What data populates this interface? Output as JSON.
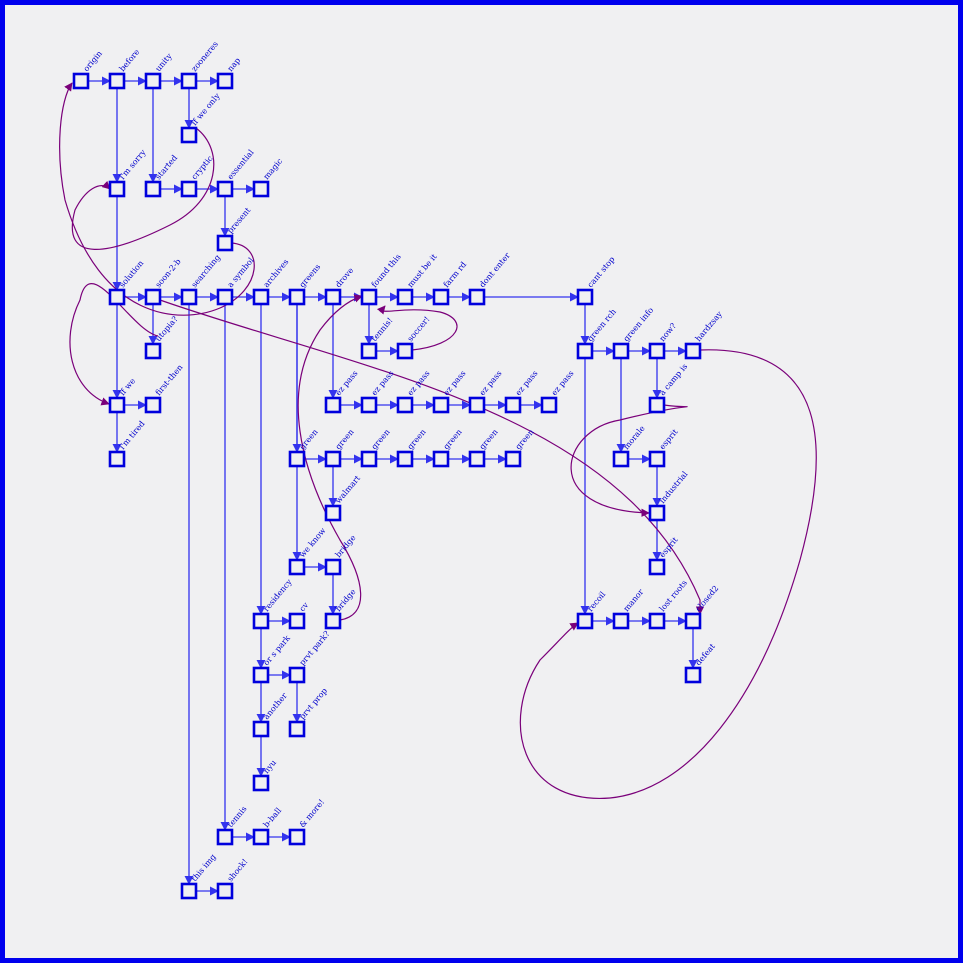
{
  "colors": {
    "frame": "#0000ee",
    "background": "#f0f0f2",
    "node_stroke": "#0000dd",
    "node_fill": "#f0f0f2",
    "label": "#0000cc",
    "edge": "#3333ee",
    "cross_edge": "#7a007a"
  },
  "nodes": [
    {
      "id": "n_origin",
      "label": "origin"
    },
    {
      "id": "n_before",
      "label": "before"
    },
    {
      "id": "n_unity",
      "label": "unity"
    },
    {
      "id": "n_zoo",
      "label": "zooneres"
    },
    {
      "id": "n_nap",
      "label": "nap"
    },
    {
      "id": "n_ifweonly",
      "label": "if we only"
    },
    {
      "id": "n_imsorry",
      "label": "i'm sorry"
    },
    {
      "id": "n_started",
      "label": "started"
    },
    {
      "id": "n_cryptic",
      "label": "cryptic"
    },
    {
      "id": "n_essential",
      "label": "essential"
    },
    {
      "id": "n_magic",
      "label": "magic"
    },
    {
      "id": "n_present",
      "label": "present"
    },
    {
      "id": "n_solution",
      "label": "solution"
    },
    {
      "id": "n_soon",
      "label": "soon-2-b"
    },
    {
      "id": "n_searching",
      "label": "searching"
    },
    {
      "id": "n_asymbol",
      "label": "a symbol"
    },
    {
      "id": "n_archives",
      "label": "archives"
    },
    {
      "id": "n_greens",
      "label": "greens"
    },
    {
      "id": "n_drove",
      "label": "drove"
    },
    {
      "id": "n_foundthis",
      "label": "found this"
    },
    {
      "id": "n_mustbeit",
      "label": "must be it"
    },
    {
      "id": "n_farmrd",
      "label": "farm rd"
    },
    {
      "id": "n_dontenter",
      "label": "dont enter"
    },
    {
      "id": "n_cantstop",
      "label": "cant stop"
    },
    {
      "id": "n_utopia",
      "label": "utopia?"
    },
    {
      "id": "n_tennis1",
      "label": "tennis!"
    },
    {
      "id": "n_soccer",
      "label": "soccer!"
    },
    {
      "id": "n_greenrch",
      "label": "green rch"
    },
    {
      "id": "n_greeninfo",
      "label": "green info"
    },
    {
      "id": "n_now",
      "label": "now?"
    },
    {
      "id": "n_hardzsay",
      "label": "hardzsay"
    },
    {
      "id": "n_ifwe",
      "label": "if we"
    },
    {
      "id": "n_firstthen",
      "label": "first-then"
    },
    {
      "id": "n_ezpass1",
      "label": "ez pass"
    },
    {
      "id": "n_ezpass2",
      "label": "ez pass"
    },
    {
      "id": "n_ezpass3",
      "label": "ez pass"
    },
    {
      "id": "n_ezpass4",
      "label": "ez pass"
    },
    {
      "id": "n_ezpass5",
      "label": "ez pass"
    },
    {
      "id": "n_ezpass6",
      "label": "ez pass"
    },
    {
      "id": "n_ezpass7",
      "label": "ez pass"
    },
    {
      "id": "n_acampis",
      "label": "a camp is"
    },
    {
      "id": "n_imtired",
      "label": "i'm tired"
    },
    {
      "id": "n_green1",
      "label": "green"
    },
    {
      "id": "n_green2",
      "label": "green"
    },
    {
      "id": "n_green3",
      "label": "green"
    },
    {
      "id": "n_green4",
      "label": "green"
    },
    {
      "id": "n_green5",
      "label": "green"
    },
    {
      "id": "n_green6",
      "label": "green"
    },
    {
      "id": "n_green7",
      "label": "green"
    },
    {
      "id": "n_morale",
      "label": "morale"
    },
    {
      "id": "n_esprit1",
      "label": "esprit"
    },
    {
      "id": "n_walmart",
      "label": "walmart"
    },
    {
      "id": "n_industrial",
      "label": "industrial"
    },
    {
      "id": "n_weknow",
      "label": "we know"
    },
    {
      "id": "n_bridge1",
      "label": "bridge"
    },
    {
      "id": "n_esprit2",
      "label": "esprit"
    },
    {
      "id": "n_residency",
      "label": "residency"
    },
    {
      "id": "n_cv",
      "label": "cv"
    },
    {
      "id": "n_bridge2",
      "label": "bridge"
    },
    {
      "id": "n_recoil",
      "label": "recoil"
    },
    {
      "id": "n_manor",
      "label": "manor"
    },
    {
      "id": "n_lostroots",
      "label": "lost roots"
    },
    {
      "id": "n_closed2",
      "label": "closed2"
    },
    {
      "id": "n_orspark",
      "label": "or s park"
    },
    {
      "id": "n_prvtpark",
      "label": "prvt park?"
    },
    {
      "id": "n_defeat",
      "label": "defeat"
    },
    {
      "id": "n_another",
      "label": "another"
    },
    {
      "id": "n_prvtprop",
      "label": "prvt prop"
    },
    {
      "id": "n_nyu",
      "label": "nyu"
    },
    {
      "id": "n_tennis2",
      "label": "tennis"
    },
    {
      "id": "n_bball",
      "label": "b-ball"
    },
    {
      "id": "n_more",
      "label": "& more!"
    },
    {
      "id": "n_thisimg",
      "label": "this img"
    },
    {
      "id": "n_shock",
      "label": "shock!"
    }
  ],
  "edges": [
    [
      "n_origin",
      "n_before"
    ],
    [
      "n_before",
      "n_unity"
    ],
    [
      "n_unity",
      "n_zoo"
    ],
    [
      "n_zoo",
      "n_nap"
    ],
    [
      "n_zoo",
      "n_ifweonly"
    ],
    [
      "n_before",
      "n_imsorry"
    ],
    [
      "n_unity",
      "n_started"
    ],
    [
      "n_started",
      "n_cryptic"
    ],
    [
      "n_cryptic",
      "n_essential"
    ],
    [
      "n_essential",
      "n_magic"
    ],
    [
      "n_essential",
      "n_present"
    ],
    [
      "n_imsorry",
      "n_solution"
    ],
    [
      "n_solution",
      "n_soon"
    ],
    [
      "n_soon",
      "n_searching"
    ],
    [
      "n_searching",
      "n_asymbol"
    ],
    [
      "n_asymbol",
      "n_archives"
    ],
    [
      "n_archives",
      "n_greens"
    ],
    [
      "n_greens",
      "n_drove"
    ],
    [
      "n_drove",
      "n_foundthis"
    ],
    [
      "n_foundthis",
      "n_mustbeit"
    ],
    [
      "n_mustbeit",
      "n_farmrd"
    ],
    [
      "n_farmrd",
      "n_dontenter"
    ],
    [
      "n_dontenter",
      "n_cantstop"
    ],
    [
      "n_soon",
      "n_utopia"
    ],
    [
      "n_foundthis",
      "n_tennis1"
    ],
    [
      "n_tennis1",
      "n_soccer"
    ],
    [
      "n_cantstop",
      "n_greenrch"
    ],
    [
      "n_greenrch",
      "n_greeninfo"
    ],
    [
      "n_greeninfo",
      "n_now"
    ],
    [
      "n_now",
      "n_hardzsay"
    ],
    [
      "n_solution",
      "n_ifwe"
    ],
    [
      "n_ifwe",
      "n_firstthen"
    ],
    [
      "n_ifwe",
      "n_imtired"
    ],
    [
      "n_drove",
      "n_ezpass1"
    ],
    [
      "n_ezpass1",
      "n_ezpass2"
    ],
    [
      "n_ezpass2",
      "n_ezpass3"
    ],
    [
      "n_ezpass3",
      "n_ezpass4"
    ],
    [
      "n_ezpass4",
      "n_ezpass5"
    ],
    [
      "n_ezpass5",
      "n_ezpass6"
    ],
    [
      "n_ezpass6",
      "n_ezpass7"
    ],
    [
      "n_now",
      "n_acampis"
    ],
    [
      "n_greens",
      "n_green1"
    ],
    [
      "n_green1",
      "n_green2"
    ],
    [
      "n_green2",
      "n_green3"
    ],
    [
      "n_green3",
      "n_green4"
    ],
    [
      "n_green4",
      "n_green5"
    ],
    [
      "n_green5",
      "n_green6"
    ],
    [
      "n_green6",
      "n_green7"
    ],
    [
      "n_greeninfo",
      "n_morale"
    ],
    [
      "n_morale",
      "n_esprit1"
    ],
    [
      "n_green2",
      "n_walmart"
    ],
    [
      "n_esprit1",
      "n_industrial"
    ],
    [
      "n_industrial",
      "n_esprit2"
    ],
    [
      "n_greens",
      "n_weknow"
    ],
    [
      "n_weknow",
      "n_bridge1"
    ],
    [
      "n_bridge1",
      "n_bridge2"
    ],
    [
      "n_archives",
      "n_residency"
    ],
    [
      "n_residency",
      "n_cv"
    ],
    [
      "n_greenrch",
      "n_recoil"
    ],
    [
      "n_recoil",
      "n_manor"
    ],
    [
      "n_manor",
      "n_lostroots"
    ],
    [
      "n_lostroots",
      "n_closed2"
    ],
    [
      "n_closed2",
      "n_defeat"
    ],
    [
      "n_residency",
      "n_orspark"
    ],
    [
      "n_orspark",
      "n_prvtpark"
    ],
    [
      "n_prvtpark",
      "n_prvtprop"
    ],
    [
      "n_orspark",
      "n_another"
    ],
    [
      "n_another",
      "n_nyu"
    ],
    [
      "n_asymbol",
      "n_tennis2"
    ],
    [
      "n_tennis2",
      "n_bball"
    ],
    [
      "n_bball",
      "n_more"
    ],
    [
      "n_searching",
      "n_thisimg"
    ],
    [
      "n_thisimg",
      "n_shock"
    ]
  ],
  "cross_links": [
    [
      "n_ifweonly",
      "n_imsorry"
    ],
    [
      "n_present",
      "n_origin"
    ],
    [
      "n_utopia",
      "n_ifwe"
    ],
    [
      "n_soccer",
      "n_foundthis"
    ],
    [
      "n_bridge2",
      "n_foundthis"
    ],
    [
      "n_acampis",
      "n_industrial"
    ],
    [
      "n_hardzsay",
      "n_recoil"
    ],
    [
      "n_soon",
      "n_closed2"
    ]
  ]
}
